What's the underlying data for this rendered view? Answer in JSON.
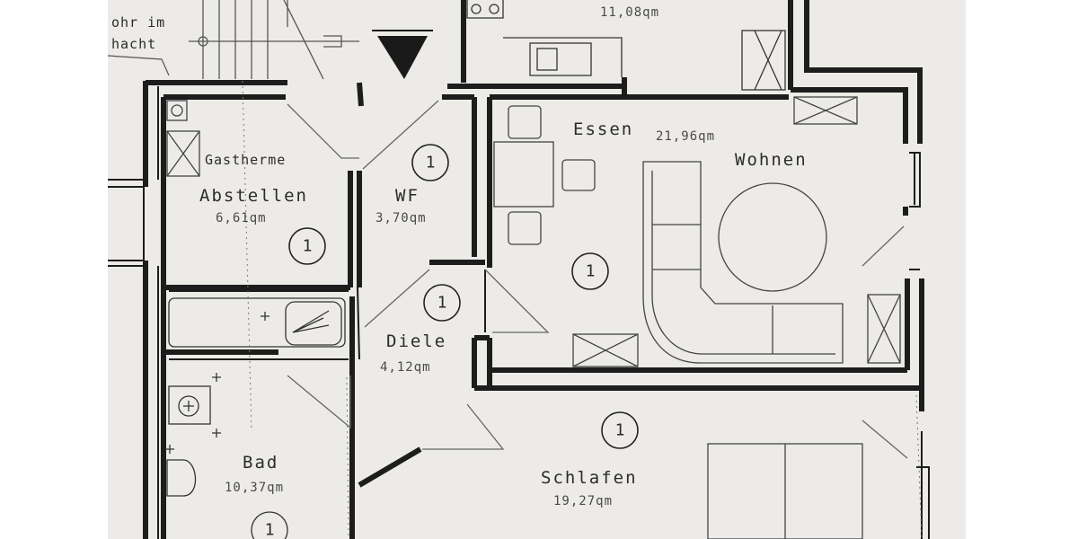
{
  "rooms": {
    "abstellen": {
      "name": "Abstellen",
      "area": "6,61qm",
      "marker": "1"
    },
    "wf": {
      "name": "WF",
      "area": "3,70qm",
      "marker": "1"
    },
    "diele": {
      "name": "Diele",
      "area": "4,12qm",
      "marker": "1"
    },
    "essen": {
      "name": "Essen",
      "area": "21,96qm"
    },
    "wohnen": {
      "name": "Wohnen",
      "marker": "1"
    },
    "bad": {
      "name": "Bad",
      "area": "10,37qm",
      "marker": "1"
    },
    "schlafen": {
      "name": "Schlafen",
      "area": "19,27qm",
      "marker": "1"
    },
    "kueche": {
      "area": "11,08qm"
    }
  },
  "notes": {
    "gastherme": "Gastherme",
    "shaft_line1": "ohr im",
    "shaft_line2": "hacht"
  },
  "colors": {
    "paper": "#ecebe8",
    "wall": "#1d1d1d",
    "ink": "#2b2b2b"
  }
}
